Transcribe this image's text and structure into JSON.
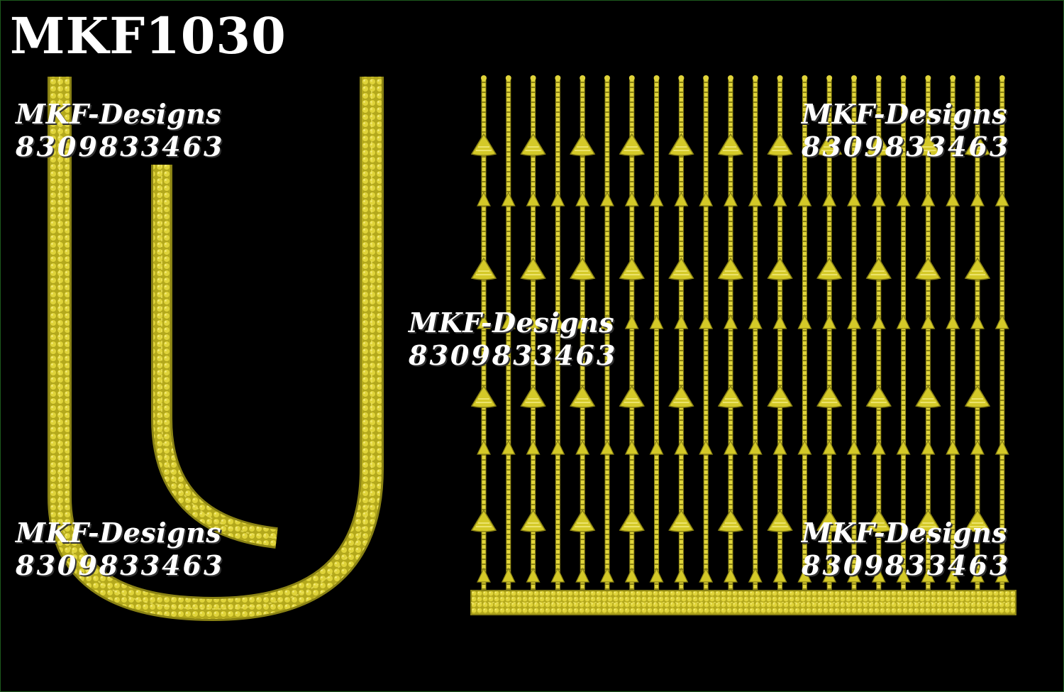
{
  "design_code": "MKF1030",
  "watermarks": [
    {
      "brand": "MKF-Designs",
      "phone": "8309833463"
    },
    {
      "brand": "MKF-Designs",
      "phone": "8309833463"
    },
    {
      "brand": "MKF-Designs",
      "phone": "8309833463"
    },
    {
      "brand": "MKF-Designs",
      "phone": "8309833463"
    },
    {
      "brand": "MKF-Designs",
      "phone": "8309833463"
    }
  ],
  "colors": {
    "background": "#000000",
    "embroidery": "#d4c928",
    "embroidery_shadow": "#8a8214",
    "text": "#ffffff"
  },
  "motifs": {
    "neckline": "u-shaped-beaded-border",
    "panel": "vertical-bead-strings-with-tassels",
    "panel_string_count": 22
  }
}
